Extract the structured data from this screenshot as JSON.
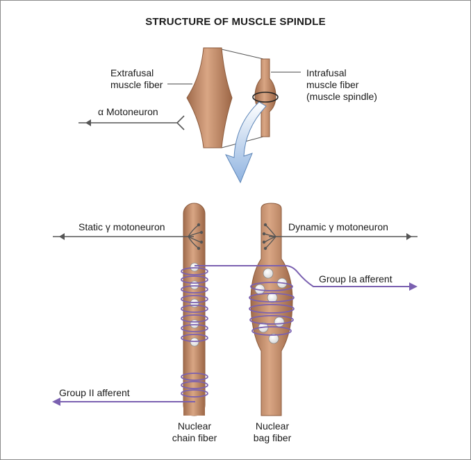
{
  "title": "STRUCTURE OF MUSCLE SPINDLE",
  "labels": {
    "extrafusal": [
      "Extrafusal",
      "muscle fiber"
    ],
    "intrafusal": [
      "Intrafusal",
      "muscle fiber",
      "(muscle spindle)"
    ],
    "alpha_motoneuron": "α Motoneuron",
    "static_gamma": "Static γ motoneuron",
    "dynamic_gamma": "Dynamic γ motoneuron",
    "group_ia": "Group Ia afferent",
    "group_ii": "Group II afferent",
    "nuclear_chain": [
      "Nuclear",
      "chain fiber"
    ],
    "nuclear_bag": [
      "Nuclear",
      "bag fiber"
    ]
  },
  "colors": {
    "fiber": "#c08a66",
    "fiber_dark": "#8b5a3c",
    "nerve": "#555555",
    "afferent": "#7a60b0",
    "arrow": "#a9c7e8"
  }
}
